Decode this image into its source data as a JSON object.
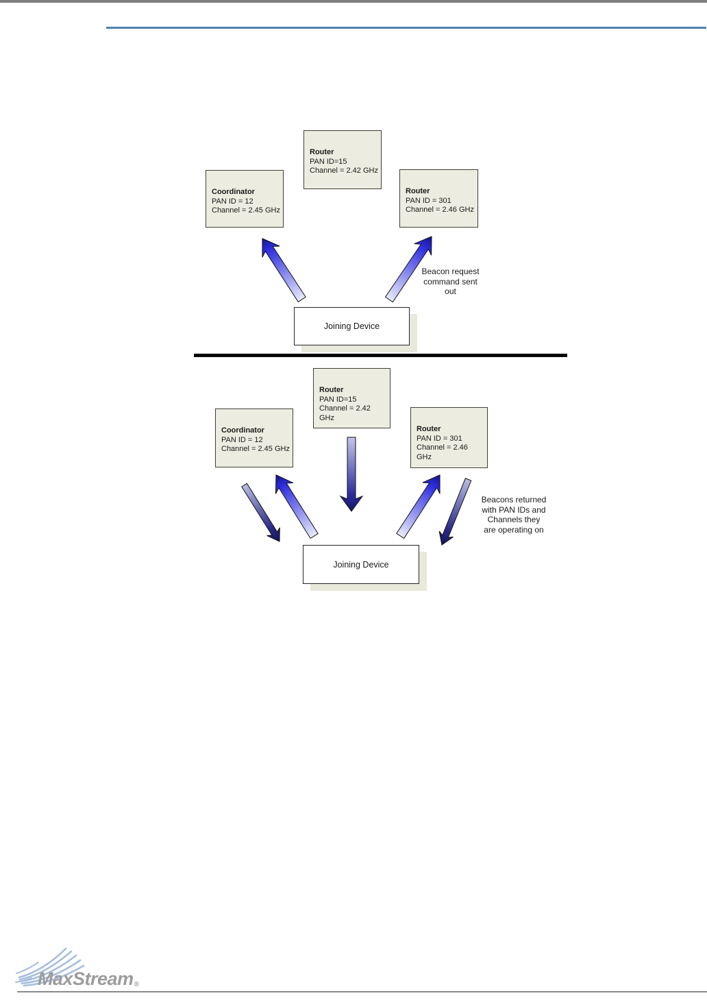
{
  "diagram_top": {
    "nodes": [
      {
        "title": "Router",
        "pan": "PAN ID=15",
        "channel": "Channel = 2.42 GHz"
      },
      {
        "title": "Coordinator",
        "pan": "PAN ID = 12",
        "channel": "Channel = 2.45 GHz"
      },
      {
        "title": "Router",
        "pan": "PAN ID = 301",
        "channel": "Channel = 2.46 GHz"
      }
    ],
    "joining_device": "Joining Device",
    "annotation": "Beacon request\ncommand sent\nout"
  },
  "diagram_bottom": {
    "nodes": [
      {
        "title": "Router",
        "pan": "PAN ID=15",
        "channel": "Channel = 2.42 GHz"
      },
      {
        "title": "Coordinator",
        "pan": "PAN ID = 12",
        "channel": "Channel = 2.45 GHz"
      },
      {
        "title": "Router",
        "pan": "PAN ID = 301",
        "channel": "Channel = 2.46 GHz"
      }
    ],
    "joining_device": "Joining Device",
    "annotation": "Beacons returned\nwith PAN IDs and\nChannels they\nare operating on"
  },
  "footer": {
    "logo_text": "MaxStream",
    "registered_mark": "®"
  },
  "colors": {
    "header_rule_blue": "#4d82b2",
    "section_divider_black": "#000000",
    "node_fill_beige": "#ecece0",
    "arrow_bright_blue": "#2e2ee0",
    "arrow_dark_navy": "#17175e",
    "logo_gray": "#9c9c9c",
    "logo_swoosh_blue": "#a7bedd"
  }
}
